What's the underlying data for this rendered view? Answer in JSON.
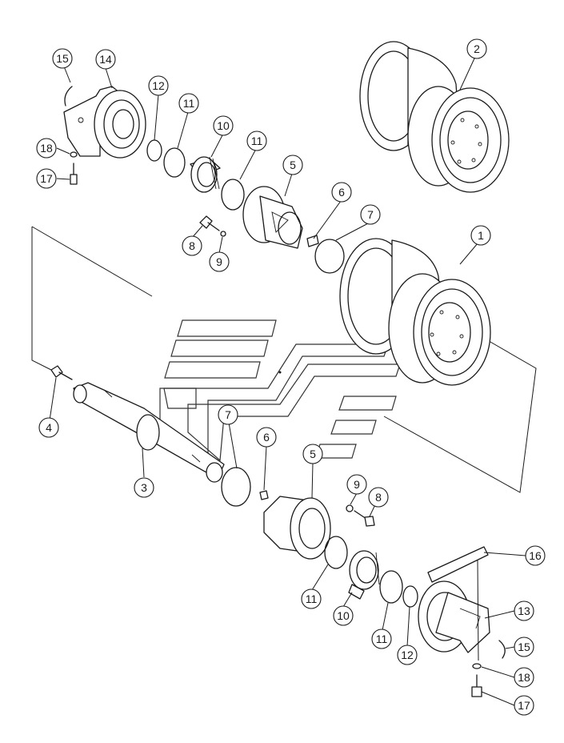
{
  "callouts": [
    {
      "id": "c1",
      "label": "1"
    },
    {
      "id": "c2",
      "label": "2"
    },
    {
      "id": "c3",
      "label": "3"
    },
    {
      "id": "c4",
      "label": "4"
    },
    {
      "id": "c5a",
      "label": "5"
    },
    {
      "id": "c5b",
      "label": "5"
    },
    {
      "id": "c6a",
      "label": "6"
    },
    {
      "id": "c6b",
      "label": "6"
    },
    {
      "id": "c7a",
      "label": "7"
    },
    {
      "id": "c7b",
      "label": "7"
    },
    {
      "id": "c8a",
      "label": "8"
    },
    {
      "id": "c8b",
      "label": "8"
    },
    {
      "id": "c9a",
      "label": "9"
    },
    {
      "id": "c9b",
      "label": "9"
    },
    {
      "id": "c10a",
      "label": "10"
    },
    {
      "id": "c10b",
      "label": "10"
    },
    {
      "id": "c11a",
      "label": "11"
    },
    {
      "id": "c11b",
      "label": "11"
    },
    {
      "id": "c11c",
      "label": "11"
    },
    {
      "id": "c11d",
      "label": "11"
    },
    {
      "id": "c12a",
      "label": "12"
    },
    {
      "id": "c12b",
      "label": "12"
    },
    {
      "id": "c13",
      "label": "13"
    },
    {
      "id": "c14",
      "label": "14"
    },
    {
      "id": "c15a",
      "label": "15"
    },
    {
      "id": "c15b",
      "label": "15"
    },
    {
      "id": "c16",
      "label": "16"
    },
    {
      "id": "c17a",
      "label": "17"
    },
    {
      "id": "c17b",
      "label": "17"
    },
    {
      "id": "c18a",
      "label": "18"
    },
    {
      "id": "c18b",
      "label": "18"
    }
  ]
}
